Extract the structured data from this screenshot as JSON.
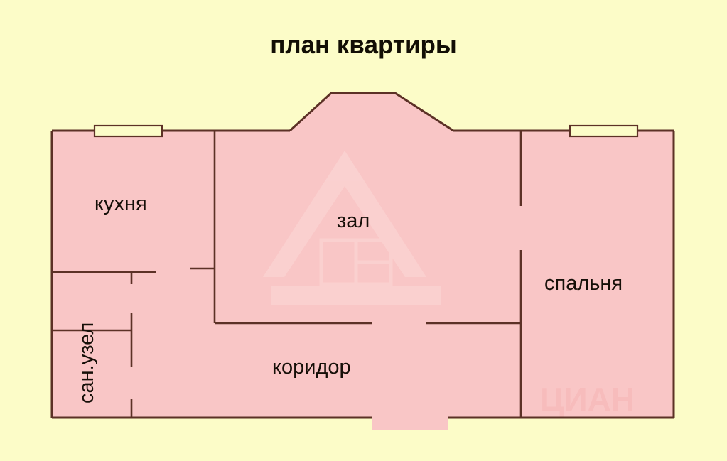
{
  "page": {
    "title": "план квартиры",
    "background_color": "#fcfcc8",
    "room_fill_color": "#f9c6c6",
    "wall_color": "#5c3126",
    "text_color": "#160f08"
  },
  "floorplan": {
    "rooms": [
      {
        "id": "kuhnya",
        "label": "кухня",
        "orientation": "horizontal"
      },
      {
        "id": "zal",
        "label": "зал",
        "orientation": "horizontal"
      },
      {
        "id": "spalnya",
        "label": "спальня",
        "orientation": "horizontal"
      },
      {
        "id": "koridor",
        "label": "коридор",
        "orientation": "horizontal"
      },
      {
        "id": "sanuzel",
        "label": "сан.узел",
        "orientation": "vertical"
      }
    ],
    "features": [
      {
        "id": "window-kitchen",
        "name": "window"
      },
      {
        "id": "window-bedroom",
        "name": "window"
      },
      {
        "id": "bay-window-zal",
        "name": "bay-window"
      },
      {
        "id": "entrance-door",
        "name": "entrance"
      }
    ],
    "watermark": {
      "logo": "a-frame-house",
      "text": "ЦИАН"
    }
  }
}
